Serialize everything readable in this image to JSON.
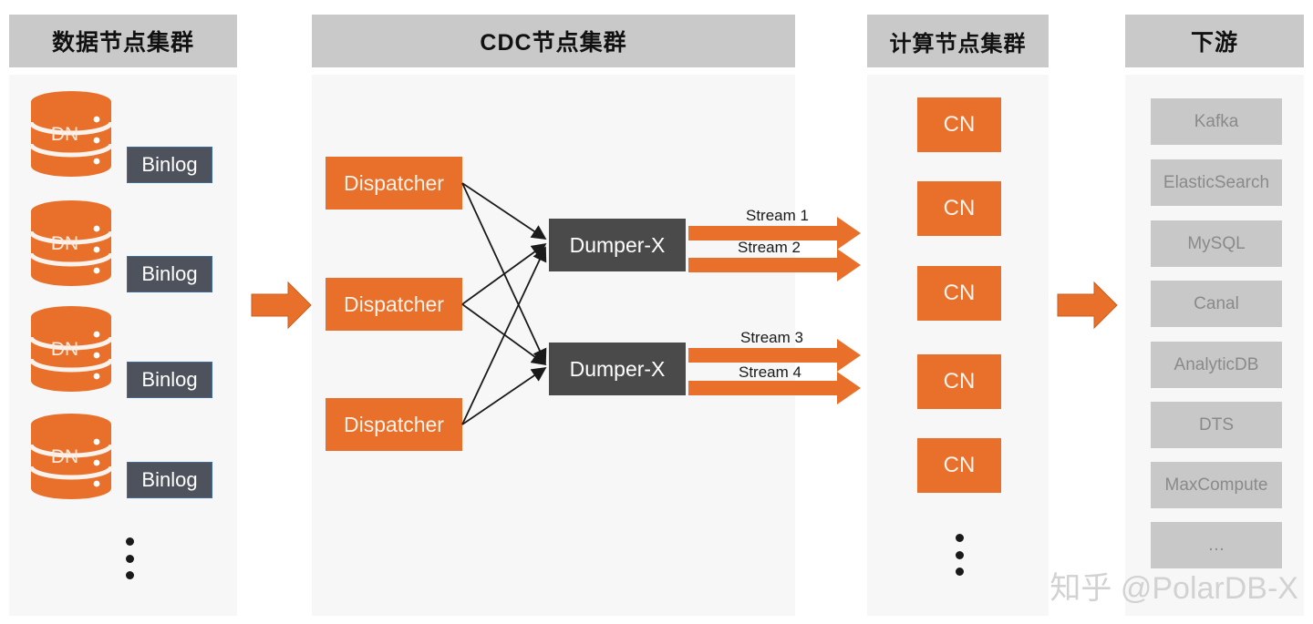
{
  "columns": [
    {
      "id": "data-node-cluster",
      "title": "数据节点集群",
      "nodes": [
        {
          "db_label": "DN",
          "binlog_label": "Binlog"
        },
        {
          "db_label": "DN",
          "binlog_label": "Binlog"
        },
        {
          "db_label": "DN",
          "binlog_label": "Binlog"
        },
        {
          "db_label": "DN",
          "binlog_label": "Binlog"
        }
      ],
      "more_indicator": "⋮"
    },
    {
      "id": "cdc-node-cluster",
      "title": "CDC节点集群",
      "dispatchers": [
        {
          "label": "Dispatcher"
        },
        {
          "label": "Dispatcher"
        },
        {
          "label": "Dispatcher"
        }
      ],
      "dumpers": [
        {
          "label": "Dumper-X",
          "streams": [
            "Stream 1",
            "Stream 2"
          ]
        },
        {
          "label": "Dumper-X",
          "streams": [
            "Stream 3",
            "Stream 4"
          ]
        }
      ]
    },
    {
      "id": "compute-node-cluster",
      "title": "计算节点集群",
      "nodes": [
        {
          "label": "CN"
        },
        {
          "label": "CN"
        },
        {
          "label": "CN"
        },
        {
          "label": "CN"
        },
        {
          "label": "CN"
        }
      ],
      "more_indicator": "⋮"
    },
    {
      "id": "downstream",
      "title": "下游",
      "targets": [
        {
          "label": "Kafka"
        },
        {
          "label": "ElasticSearch"
        },
        {
          "label": "MySQL"
        },
        {
          "label": "Canal"
        },
        {
          "label": "AnalyticDB"
        },
        {
          "label": "DTS"
        },
        {
          "label": "MaxCompute"
        },
        {
          "label": "…"
        }
      ]
    }
  ],
  "flow_arrows": [
    {
      "name": "data-to-cdc"
    },
    {
      "name": "cn-to-downstream"
    }
  ],
  "watermark": "知乎 @PolarDB-X",
  "colors": {
    "accent_orange": "#E8702A",
    "dark_box": "#4a4a4a",
    "binlog_box": "#4d525c",
    "panel_header": "#c9c9c9",
    "panel_body": "#f7f7f7",
    "downstream_box": "#c8c8c8"
  }
}
